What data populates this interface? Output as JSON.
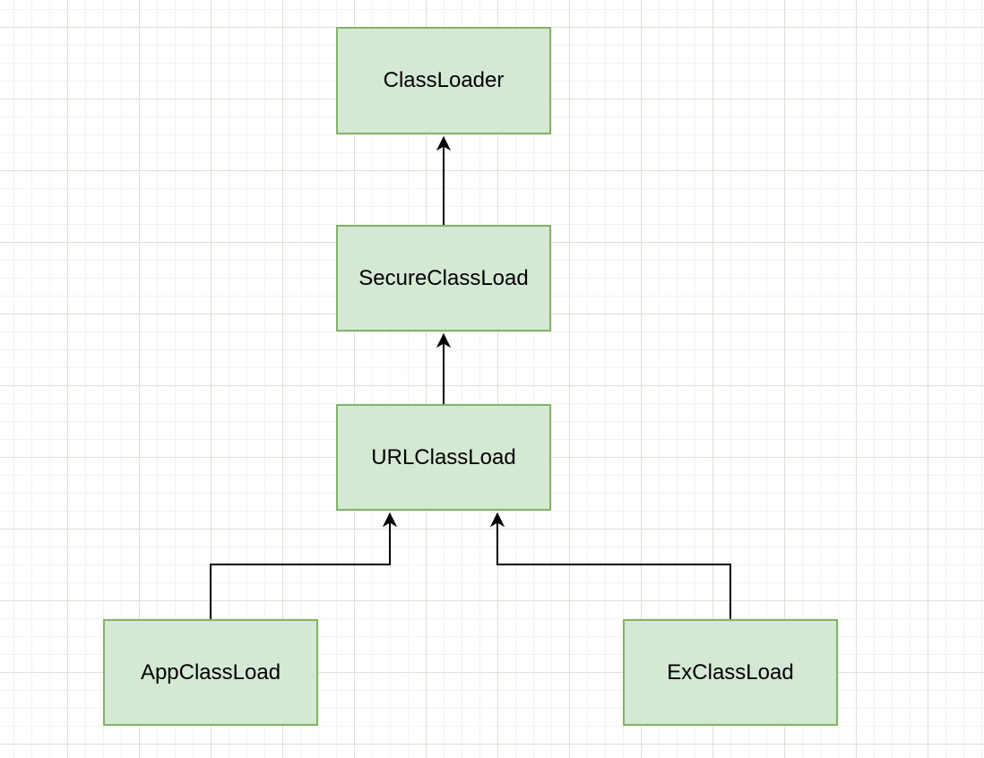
{
  "diagram": {
    "type": "class-hierarchy",
    "nodes": [
      {
        "id": "classloader",
        "label": "ClassLoader"
      },
      {
        "id": "secureclassload",
        "label": "SecureClassLoad"
      },
      {
        "id": "urlclassload",
        "label": "URLClassLoad"
      },
      {
        "id": "appclassload",
        "label": "AppClassLoad"
      },
      {
        "id": "exclassload",
        "label": "ExClassLoad"
      }
    ],
    "edges": [
      {
        "from": "SecureClassLoad",
        "to": "ClassLoader",
        "style": "straight-arrow-up"
      },
      {
        "from": "URLClassLoad",
        "to": "SecureClassLoad",
        "style": "straight-arrow-up"
      },
      {
        "from": "AppClassLoad",
        "to": "URLClassLoad",
        "style": "elbow-arrow-up"
      },
      {
        "from": "ExClassLoad",
        "to": "URLClassLoad",
        "style": "elbow-arrow-up"
      }
    ],
    "colors": {
      "node_fill": "#d5e8d4",
      "node_border": "#82b366",
      "connector": "#000000",
      "grid_minor": "#f3f2f1",
      "grid_major": "#dbe2d5",
      "background": "#ffffff"
    }
  }
}
